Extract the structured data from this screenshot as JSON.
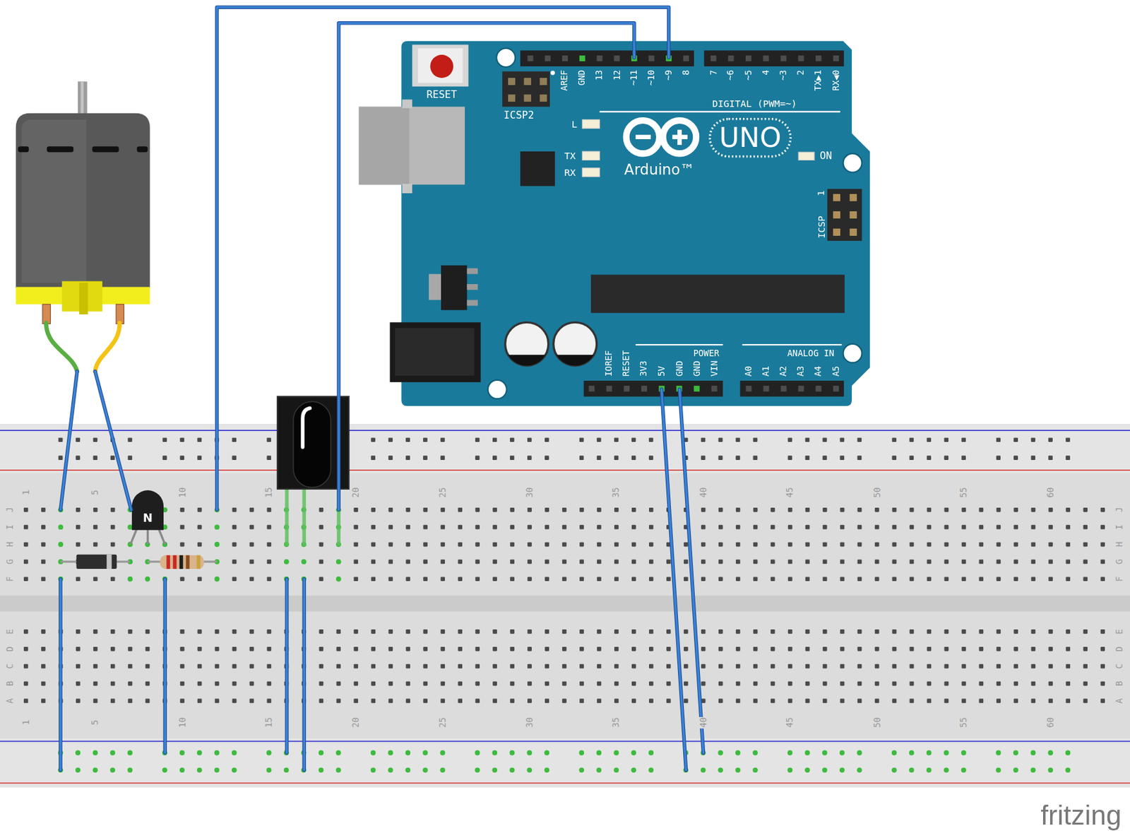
{
  "diagram": {
    "labels": [
      "RESET",
      "ICSP2",
      "AREF",
      "GND",
      "13",
      "12",
      "~11",
      "~10",
      "~9",
      "8",
      "7",
      "~6",
      "~5",
      "4",
      "~3",
      "2",
      "TX▶1",
      "RX◀0",
      "DIGITAL (PWM=~)",
      "L",
      "TX",
      "RX",
      "UNO",
      "Arduino™",
      "ON",
      "1",
      "ICSP",
      "IOREF",
      "RESET",
      "3V3",
      "5V",
      "GND",
      "GND",
      "VIN",
      "POWER",
      "ANALOG IN",
      "A0",
      "A1",
      "A2",
      "A3",
      "A4",
      "A5",
      "N",
      "1",
      "5",
      "10",
      "15",
      "20",
      "25",
      "30",
      "35",
      "40",
      "45",
      "50",
      "55",
      "60",
      "J",
      "I",
      "H",
      "G",
      "F",
      "E",
      "D",
      "C",
      "B",
      "A",
      "J",
      "I",
      "H",
      "G",
      "F",
      "E",
      "D",
      "C",
      "B",
      "A",
      "1",
      "5",
      "10",
      "15",
      "20",
      "25",
      "30",
      "35",
      "40",
      "45",
      "50",
      "55",
      "60",
      "fritzing"
    ]
  }
}
